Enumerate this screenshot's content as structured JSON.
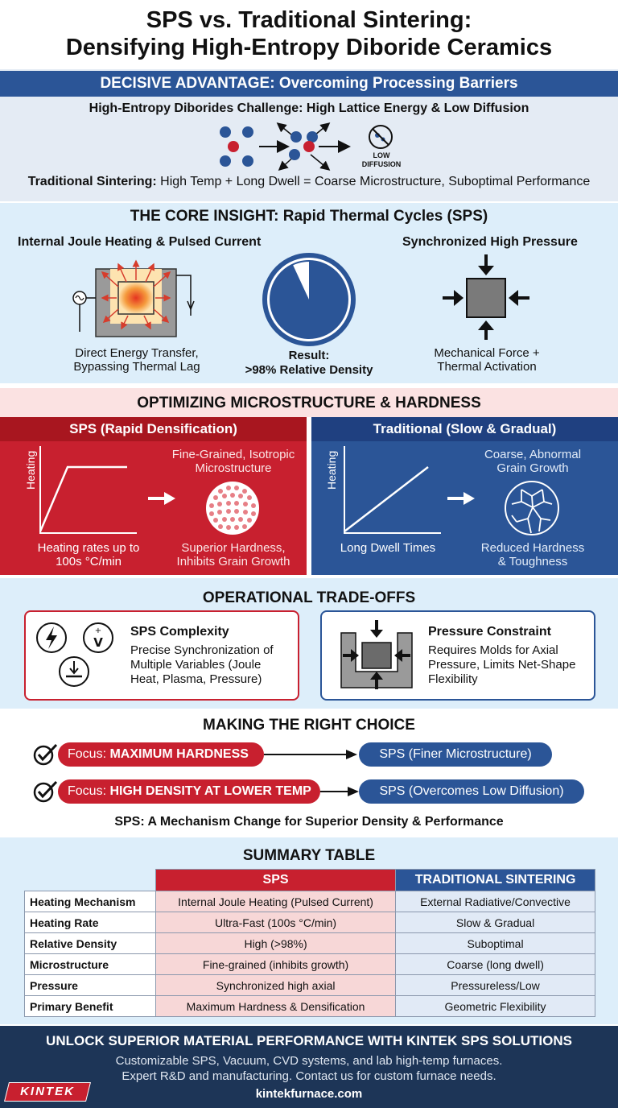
{
  "title": {
    "line1": "SPS vs. Traditional Sintering:",
    "line2": "Densifying High-Entropy Diboride Ceramics"
  },
  "advantage": {
    "header": "DECISIVE ADVANTAGE: Overcoming Processing Barriers",
    "challenge": "High-Entropy Diborides Challenge: High Lattice Energy & Low Diffusion",
    "low_diffusion_line1": "LOW",
    "low_diffusion_line2": "DIFFUSION",
    "traditional_label": "Traditional Sintering:",
    "traditional_text": " High Temp + Long Dwell = Coarse Microstructure, Suboptimal Performance"
  },
  "core": {
    "header": "THE CORE INSIGHT: Rapid Thermal Cycles (SPS)",
    "left_title": "Internal Joule Heating & Pulsed Current",
    "left_caption1": "Direct Energy Transfer,",
    "left_caption2": "Bypassing Thermal Lag",
    "result_label": "Result:",
    "result_value": ">98% Relative Density",
    "right_title": "Synchronized High Pressure",
    "right_caption1": "Mechanical Force +",
    "right_caption2": "Thermal Activation"
  },
  "micro": {
    "header": "OPTIMIZING MICROSTRUCTURE & HARDNESS",
    "sps": {
      "title": "SPS (Rapid Densification)",
      "axis": "Heating",
      "structure1": "Fine-Grained, Isotropic",
      "structure2": "Microstructure",
      "rate1": "Heating rates up to",
      "rate2": "100s °C/min",
      "result1": "Superior Hardness,",
      "result2": "Inhibits Grain Growth"
    },
    "traditional": {
      "title": "Traditional (Slow & Gradual)",
      "axis": "Heating",
      "structure1": "Coarse, Abnormal",
      "structure2": "Grain Growth",
      "dwell": "Long Dwell Times",
      "result1": "Reduced Hardness",
      "result2": "& Toughness"
    }
  },
  "tradeoffs": {
    "header": "OPERATIONAL TRADE-OFFS",
    "sps_title": "SPS Complexity",
    "sps_text1": "Precise Synchronization of",
    "sps_text2": "Multiple Variables (Joule",
    "sps_text3": "Heat, Plasma, Pressure)",
    "pressure_title": "Pressure Constraint",
    "pressure_text1": "Requires Molds for Axial",
    "pressure_text2": "Pressure, Limits Net-Shape",
    "pressure_text3": "Flexibility"
  },
  "choice": {
    "header": "MAKING THE RIGHT CHOICE",
    "row1_prefix": "Focus: ",
    "row1_focus": "MAXIMUM HARDNESS",
    "row1_result": "SPS (Finer Microstructure)",
    "row2_prefix": "Focus: ",
    "row2_focus": "HIGH DENSITY AT LOWER TEMP",
    "row2_result": "SPS (Overcomes Low Diffusion)",
    "conclusion": "SPS: A Mechanism Change for Superior Density & Performance"
  },
  "summary": {
    "header": "SUMMARY TABLE",
    "col_sps": "SPS",
    "col_trad": "TRADITIONAL SINTERING",
    "rows": [
      {
        "label": "Heating Mechanism",
        "sps": "Internal Joule Heating (Pulsed Current)",
        "trad": "External Radiative/Convective"
      },
      {
        "label": "Heating Rate",
        "sps": "Ultra-Fast (100s °C/min)",
        "trad": "Slow & Gradual"
      },
      {
        "label": "Relative Density",
        "sps": "High (>98%)",
        "trad": "Suboptimal"
      },
      {
        "label": "Microstructure",
        "sps": "Fine-grained (inhibits growth)",
        "trad": "Coarse (long dwell)"
      },
      {
        "label": "Pressure",
        "sps": "Synchronized high axial",
        "trad": "Pressureless/Low"
      },
      {
        "label": "Primary Benefit",
        "sps": "Maximum Hardness & Densification",
        "trad": "Geometric Flexibility"
      }
    ]
  },
  "footer": {
    "headline": "UNLOCK SUPERIOR MATERIAL PERFORMANCE WITH KINTEK SPS SOLUTIONS",
    "line1": "Customizable SPS, Vacuum, CVD systems, and lab high-temp furnaces.",
    "line2": "Expert R&D and manufacturing. Contact us for custom furnace needs.",
    "url": "kintekfurnace.com",
    "logo": "KINTEK"
  },
  "colors": {
    "blue": "#2b5597",
    "red": "#c8202f",
    "navy": "#1d3557"
  }
}
